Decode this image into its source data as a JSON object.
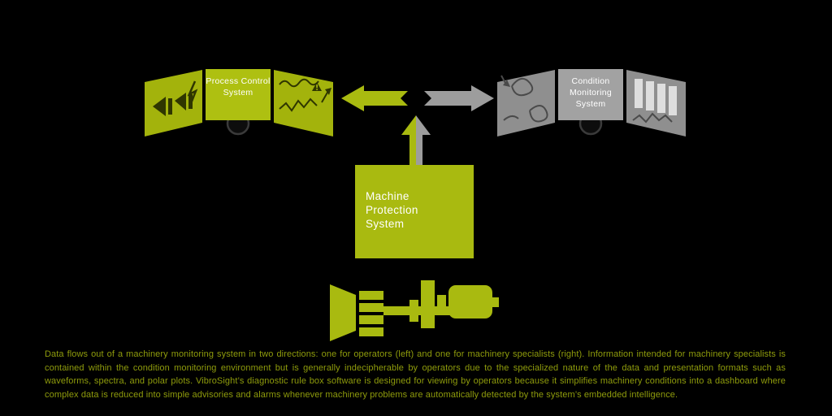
{
  "colors": {
    "lime": "#a9ba10",
    "lime_side_panel": "#a3b30c",
    "lime_mid_panel": "#aec011",
    "lime_icon_dark": "#2f3600",
    "gray": "#9d9d9d",
    "gray_side_panel": "#8f8f8f",
    "gray_mid_panel": "#a2a2a2",
    "gray_icon_dark": "#4a4a4a",
    "light_bar": "#dedede",
    "label_text": "#ffffff",
    "caption_text": "#8f9c0c",
    "background": "#000000"
  },
  "panels": {
    "process_control": {
      "label": "Process Control System"
    },
    "condition_monitoring": {
      "label": "Condition Monitoring System"
    }
  },
  "machine_protection": {
    "label": "Machine Protection System"
  },
  "icons": {
    "rewind-arrows-icon": "◀◀",
    "waveform-alert-icon": "∿⚠",
    "orbit-plot-icon": "∿",
    "bar-chart-icon": "▮▮▮▮",
    "junction-diamond-icon": "◆",
    "flow-arrow-left-icon": "⬅",
    "flow-arrow-right-icon": "➡",
    "flow-arrow-up-icon": "⬆",
    "turbine-generator-illustration": "turbine-train"
  },
  "caption": {
    "text": "Data flows out of a machinery monitoring system in two directions: one for operators (left) and one for machinery specialists (right). Information intended for machinery specialists is contained within the condition monitoring environment but is generally indecipherable by operators due to the specialized nature of the data and presentation formats such as waveforms, spectra, and polar plots. VibroSight’s diagnostic rule box software is designed for viewing by operators because it simplifies machinery conditions into a dashboard where complex data is reduced into simple advisories and alarms whenever machinery problems are automatically detected by the system’s embedded intelligence."
  }
}
